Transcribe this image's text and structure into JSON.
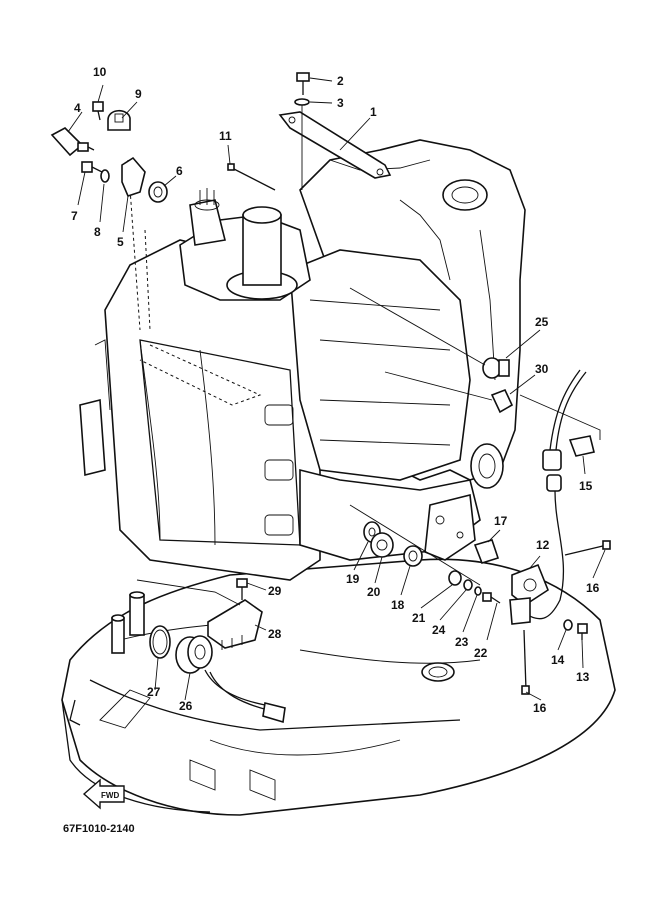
{
  "diagram": {
    "code": "67F1010-2140",
    "fwd_label": "FWD",
    "callouts": [
      {
        "n": "1"
      },
      {
        "n": "2"
      },
      {
        "n": "3"
      },
      {
        "n": "4"
      },
      {
        "n": "5"
      },
      {
        "n": "6"
      },
      {
        "n": "7"
      },
      {
        "n": "8"
      },
      {
        "n": "9"
      },
      {
        "n": "10"
      },
      {
        "n": "11"
      },
      {
        "n": "12"
      },
      {
        "n": "13"
      },
      {
        "n": "14"
      },
      {
        "n": "15"
      },
      {
        "n": "16"
      },
      {
        "n": "16"
      },
      {
        "n": "17"
      },
      {
        "n": "18"
      },
      {
        "n": "19"
      },
      {
        "n": "20"
      },
      {
        "n": "21"
      },
      {
        "n": "22"
      },
      {
        "n": "23"
      },
      {
        "n": "24"
      },
      {
        "n": "25"
      },
      {
        "n": "26"
      },
      {
        "n": "27"
      },
      {
        "n": "28"
      },
      {
        "n": "29"
      },
      {
        "n": "30"
      }
    ]
  }
}
